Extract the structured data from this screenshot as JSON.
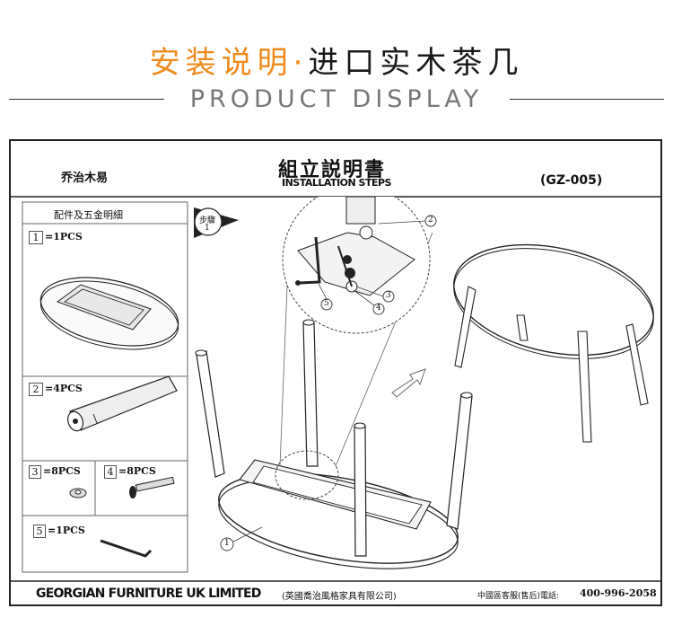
{
  "header": {
    "title_orange": "安装说明·",
    "title_dark": "进口实木茶几",
    "subtitle": "PRODUCT DISPLAY"
  },
  "sheet": {
    "brand_cn": "乔治木易",
    "title_cn": "組立説明書",
    "title_en": "INSTALLATION STEPS",
    "model": "(GZ-005)",
    "parts_title": "配件及五金明細",
    "step_label": "步驟",
    "step_number": "1",
    "parts": [
      {
        "num": "1",
        "qty": "=1PCS"
      },
      {
        "num": "2",
        "qty": "=4PCS"
      },
      {
        "num": "3",
        "qty": "=8PCS"
      },
      {
        "num": "4",
        "qty": "=8PCS"
      },
      {
        "num": "5",
        "qty": "=1PCS"
      }
    ],
    "callouts": [
      "1",
      "2",
      "3",
      "4",
      "5"
    ],
    "footer_company": "GEORGIAN FURNITURE UK LIMITED",
    "footer_company_cn": "(英國喬治風格家具有限公司)",
    "footer_service": "中國區客服(售后)電話:",
    "footer_phone": "400-996-2058"
  }
}
